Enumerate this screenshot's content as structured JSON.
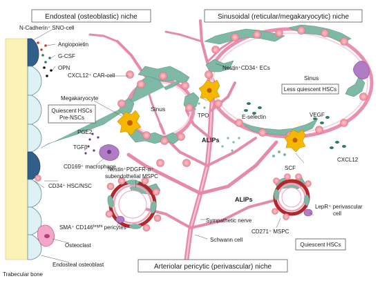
{
  "labels": {
    "endosteal_niche": "Endosteal (osteoblastic) niche",
    "sinusoidal_niche": "Sinusoidal (reticular/megakaryocytic) niche",
    "arteriolar_niche": "Arteriolar pericytic (perivascular) niche",
    "trabecular_bone": "Trabecular bone",
    "n_cadherin": "N-Cadherin⁺ SNO-cell",
    "angiopoietin": "Angiopoietin",
    "gcsf": "G-CSF",
    "opn": "OPN",
    "cxcl12_car": "CXCL12⁺ CAR-cell",
    "nestin_cd34": "Nestin⁺CD34⁺ ECs",
    "sinus_right": "Sinus",
    "less_quiescent": "Less quiescent HSCs",
    "megakaryocyte": "Megakaryocyte",
    "quiescent_hscs_line1": "Quiescent HSCs",
    "quiescent_hscs_line2": "Pre-NSCs",
    "sinus_left": "Sinus",
    "tpo": "TPO",
    "e_selectin": "E-selectin",
    "vegf": "VEGF",
    "pge2": "PGE2",
    "tgfb": "TGFβ",
    "alips_top": "ALIPs",
    "cd169": "CD169⁺ macrophage",
    "scf": "SCF",
    "cxcl12": "CXCL12",
    "nestin_pdgfr_line1": "Nestin⁺PDGFR-α⁺",
    "nestin_pdgfr_line2": "subendothelial MSPC",
    "cd34_hsc": "CD34⁺ HSC/NSC",
    "alips_bottom": "ALIPs",
    "sympathetic": "Sympathetic nerve",
    "lepr_line1": "LepR⁺ perivascular",
    "lepr_line2": "cell",
    "sma_cd146": "SMA⁺ CD146",
    "sma_bright": "bright",
    "sma_pericytes": " pericytes",
    "osteoclast": "Osteoclast",
    "cd271": "CD271⁺ MSPC",
    "quiescent_right": "Quiescent HSCs",
    "schwann": "Schwann cell",
    "endosteal_osteoblast": "Endosteal osteoblast"
  },
  "colors": {
    "vessel_pink": "#e98fb0",
    "car_cell_green": "#7fb8a4",
    "hsc_pink": "#f29aa4",
    "artery_red": "#b3262b",
    "megakaryocyte_yellow": "#f5b800",
    "macrophage_purple": "#b07cc6",
    "osteoblast_light": "#dff1f5",
    "sno_cell_dark_blue": "#2f5f8a",
    "bone_yellow": "#fbf2b8",
    "angiopoietin_red": "#d9342b",
    "gcsf_green": "#2d7d5a",
    "opn_black": "#111111"
  }
}
